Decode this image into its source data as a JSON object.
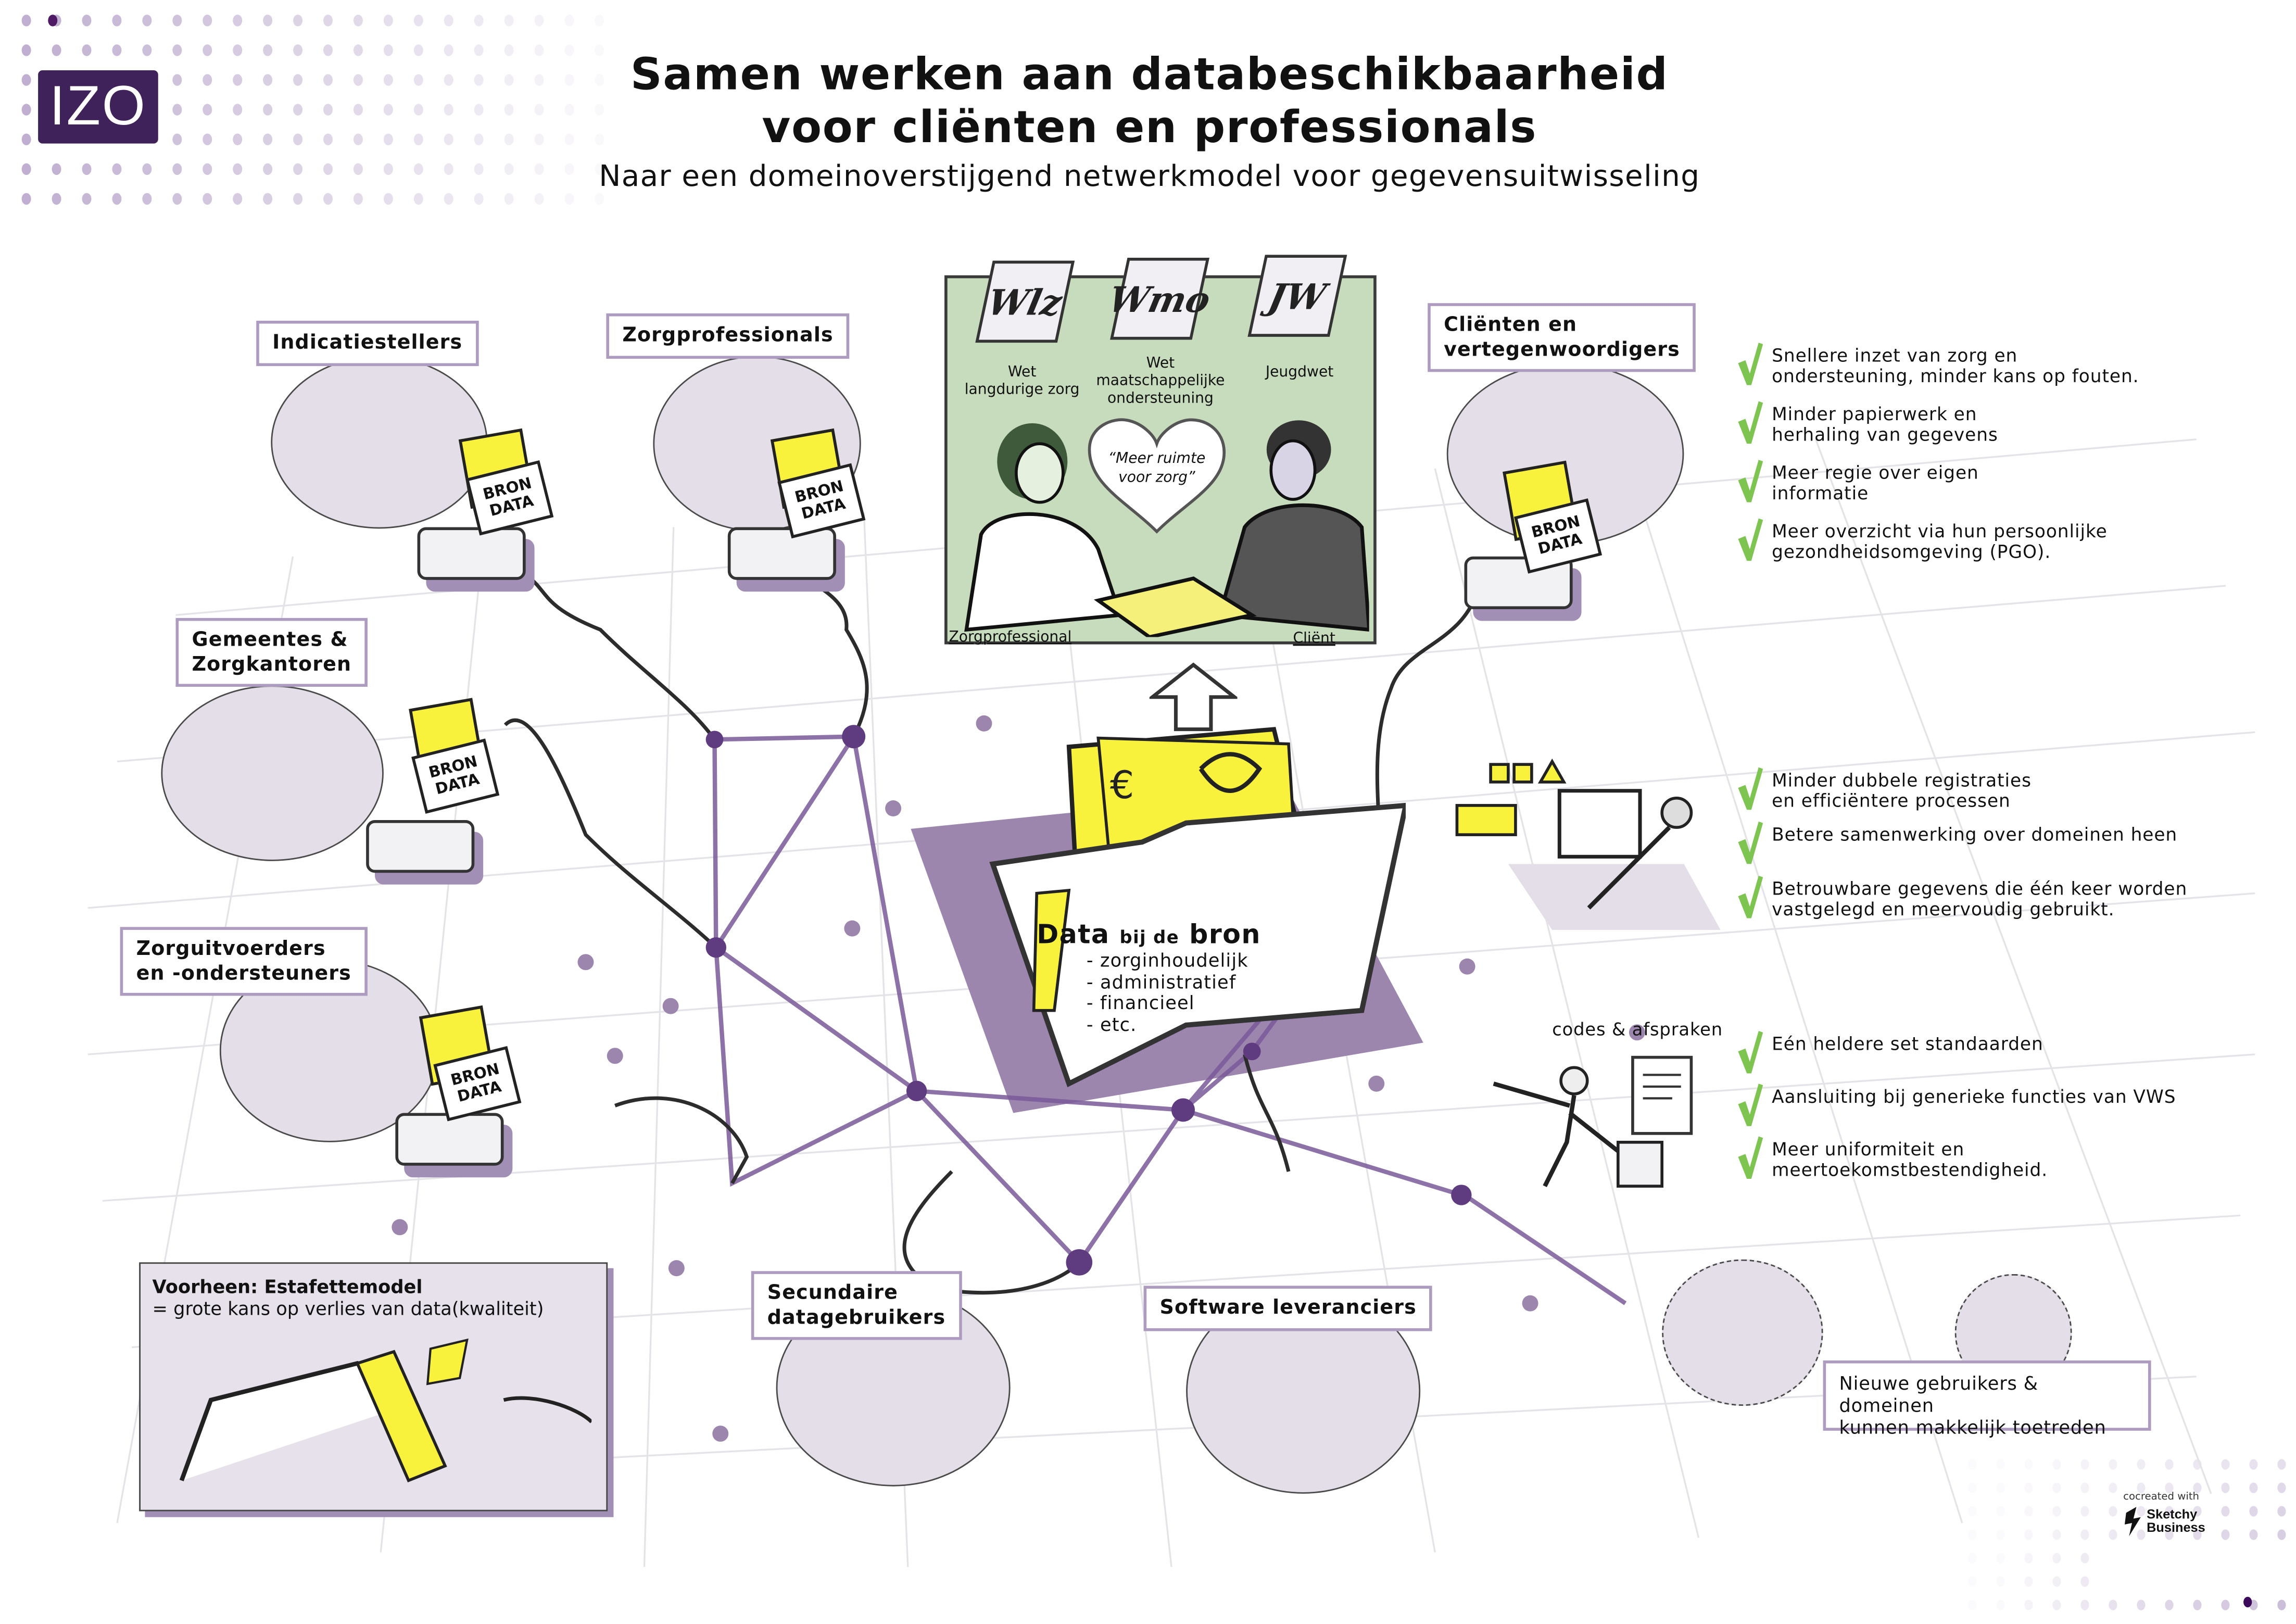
{
  "header": {
    "logo": "IZO",
    "title_line1": "Samen werken aan databeschikbaarheid",
    "title_line2": "voor cliënten en professionals",
    "subtitle": "Naar een domeinoverstijgend netwerkmodel voor gegevensuitwisseling"
  },
  "laws": [
    {
      "abbr": "Wlz",
      "label_line1": "Wet",
      "label_line2": "langdurige zorg",
      "label_line3": ""
    },
    {
      "abbr": "Wmo",
      "label_line1": "Wet",
      "label_line2": "maatschappelijke",
      "label_line3": "ondersteuning"
    },
    {
      "abbr": "JW",
      "label_line1": "Jeugdwet",
      "label_line2": "",
      "label_line3": ""
    }
  ],
  "scene": {
    "quote_line1": "“Meer ruimte",
    "quote_line2": "voor zorg”",
    "professional_label": "Zorgprofessional",
    "client_label": "Cliënt"
  },
  "stakeholders": {
    "indicatiestellers": "Indicatiestellers",
    "zorgprofessionals": "Zorgprofessionals",
    "clienten_line1": "Cliënten en",
    "clienten_line2": "vertegenwoordigers",
    "gemeentes_line1": "Gemeentes &",
    "gemeentes_line2": "Zorgkantoren",
    "zorguitvoerders_line1": "Zorguitvoerders",
    "zorguitvoerders_line2": "en -ondersteuners",
    "secundaire_line1": "Secundaire",
    "secundaire_line2": "datagebruikers",
    "software": "Software leveranciers"
  },
  "bron_label": {
    "line1": "BRON",
    "line2": "DATA"
  },
  "center": {
    "title_big1": "Data",
    "title_small": "bij de",
    "title_big2": "bron",
    "items": [
      "- zorginhoudelijk",
      "- administratief",
      "- financieel",
      "- etc."
    ]
  },
  "benefits_clients": [
    {
      "line1": "Snellere inzet van zorg en",
      "line2": "ondersteuning, minder kans op fouten."
    },
    {
      "line1": "Minder papierwerk en",
      "line2": "herhaling van gegevens"
    },
    {
      "line1": "Meer regie over eigen",
      "line2": "informatie"
    },
    {
      "line1": "Meer overzicht via hun persoonlijke",
      "line2": "gezondheidsomgeving (PGO)."
    }
  ],
  "benefits_professionals": [
    {
      "line1": "Minder dubbele registraties",
      "line2": "en efficiëntere processen"
    },
    {
      "line1": "Betere samenwerking over domeinen heen",
      "line2": ""
    },
    {
      "line1": "Betrouwbare gegevens die één keer worden",
      "line2": "vastgelegd en meervoudig gebruikt."
    }
  ],
  "codes_label": "codes & afspraken",
  "benefits_standards": [
    {
      "line1": "Eén heldere set standaarden",
      "line2": ""
    },
    {
      "line1": "Aansluiting bij generieke functies van VWS",
      "line2": ""
    },
    {
      "line1": "Meer uniformiteit en",
      "line2": "meertoekomstbestendigheid."
    }
  ],
  "estafette": {
    "title": "Voorheen: Estafettemodel",
    "text": "= grote kans op verlies van data(kwaliteit)"
  },
  "new_users": {
    "line1": "Nieuwe gebruikers & domeinen",
    "line2": "kunnen makkelijk toetreden"
  },
  "credit": {
    "prefix": "cocreated with",
    "brand_line1": "Sketchy",
    "brand_line2": "Business"
  },
  "colors": {
    "brand": "#3f2259",
    "node": "#5e3c7f",
    "accent_border": "#ad9cc0",
    "check": "#7dc451",
    "scene_bg": "#c7dcbd",
    "plane": "#9c86ae",
    "paper": "#f8f23c"
  }
}
